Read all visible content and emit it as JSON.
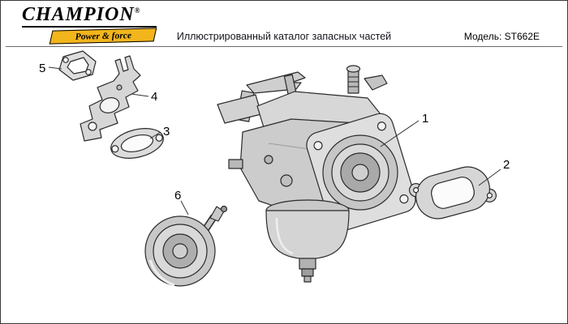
{
  "logo": {
    "brand": "CHAMPION",
    "registered": "®",
    "tagline": "Power & force"
  },
  "header": {
    "title": "Иллюстрированный каталог запасных частей",
    "model": "Модель: ST662E"
  },
  "diagram": {
    "callouts": [
      {
        "num": "1"
      },
      {
        "num": "2"
      },
      {
        "num": "3"
      },
      {
        "num": "4"
      },
      {
        "num": "5"
      },
      {
        "num": "6"
      }
    ]
  },
  "colors": {
    "banner_gold": "#f2b51c",
    "line_art_stroke": "#2a2a2a",
    "part_fill_light": "#d9d9d9"
  }
}
